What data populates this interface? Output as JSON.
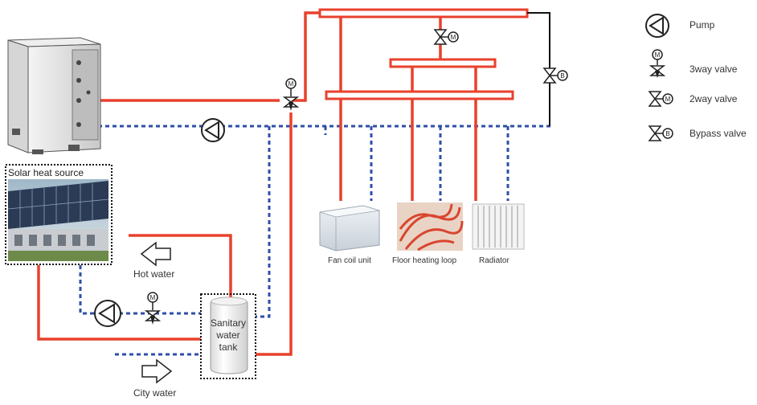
{
  "labels": {
    "solar": "Solar heat source",
    "hot_water": "Hot water",
    "city_water": "City water",
    "tank_line1": "Sanitary",
    "tank_line2": "water",
    "tank_line3": "tank",
    "fan_coil": "Fan coil unit",
    "floor_heating": "Floor heating loop",
    "radiator": "Radiator"
  },
  "legend": {
    "pump": "Pump",
    "three_way": "3way valve",
    "two_way": "2way valve",
    "bypass": "Bypass valve"
  },
  "valve_marks": {
    "motor": "M",
    "bypass": "B"
  },
  "colors": {
    "hot_pipe": "#e8412c",
    "cold_pipe": "#2f4fa8",
    "black_pipe": "#111111"
  }
}
